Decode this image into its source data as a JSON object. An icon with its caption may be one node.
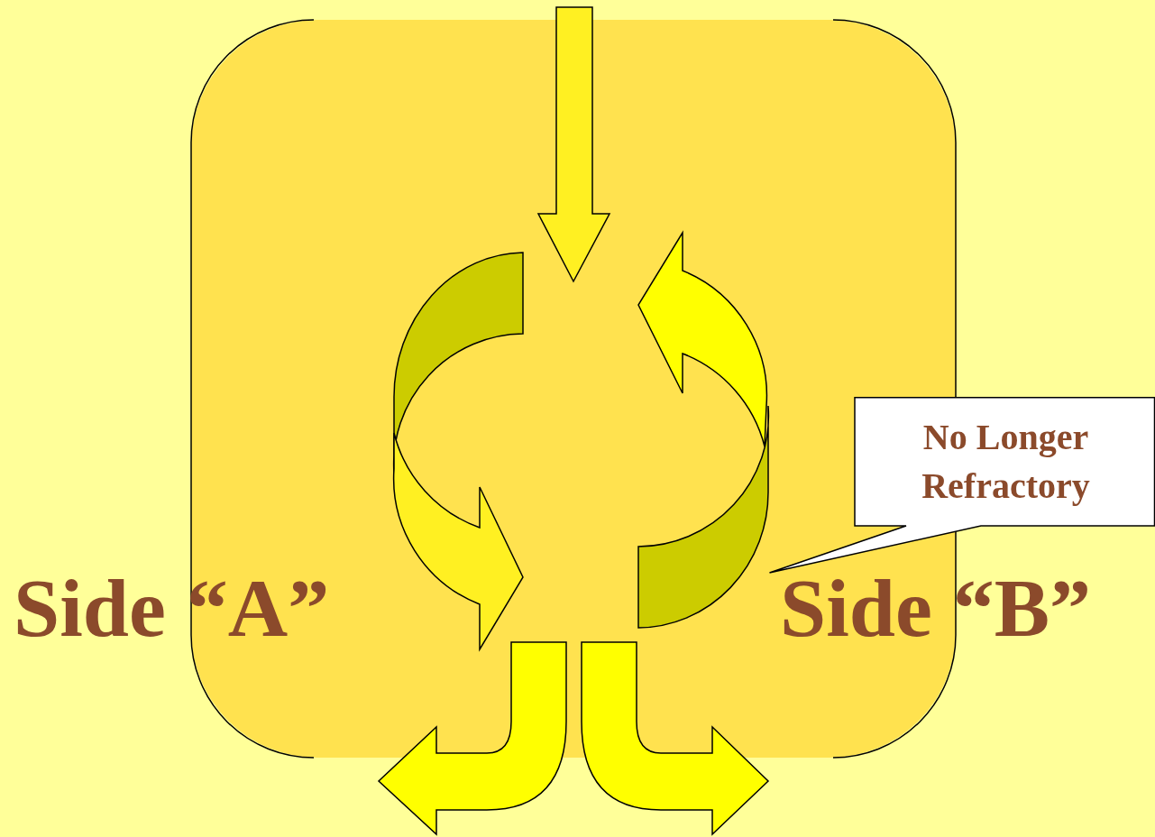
{
  "diagram": {
    "nodes": [
      {
        "text": [
          "No Longer Refractory"
        ]
      }
    ],
    "labels": [
      "Side “A”",
      "Side “B”"
    ]
  }
}
